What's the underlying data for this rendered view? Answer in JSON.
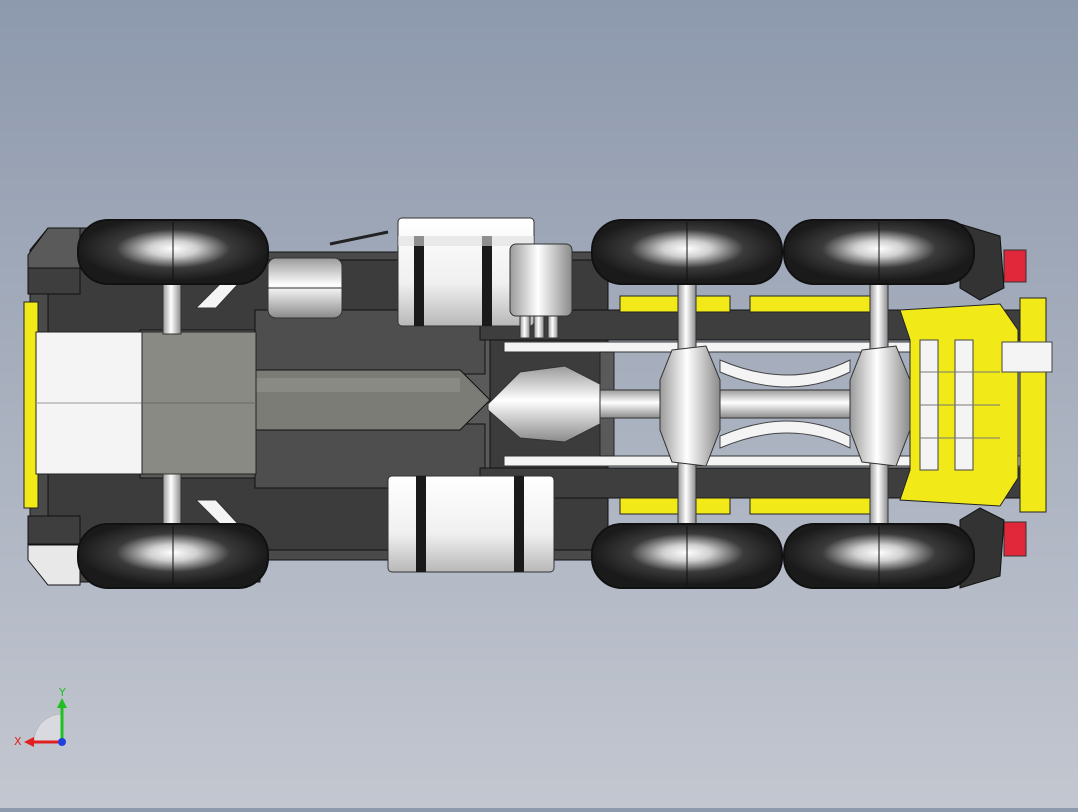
{
  "viewport": {
    "background_top": "#8d99ad",
    "background_bottom": "#c3c7d0",
    "model": "truck-chassis-bottom-view"
  },
  "triad": {
    "x_label": "X",
    "y_label": "Y",
    "x_color": "#e02020",
    "y_color": "#20c020",
    "z_color": "#2040e0"
  },
  "colors": {
    "tire": "#1c1c1c",
    "frame_dark": "#3c3c3c",
    "frame_mid": "#5a5a5a",
    "panel_gray": "#8a8a84",
    "yellow": "#f2ea18",
    "light": "#f4f4f4",
    "red": "#e0283a"
  }
}
